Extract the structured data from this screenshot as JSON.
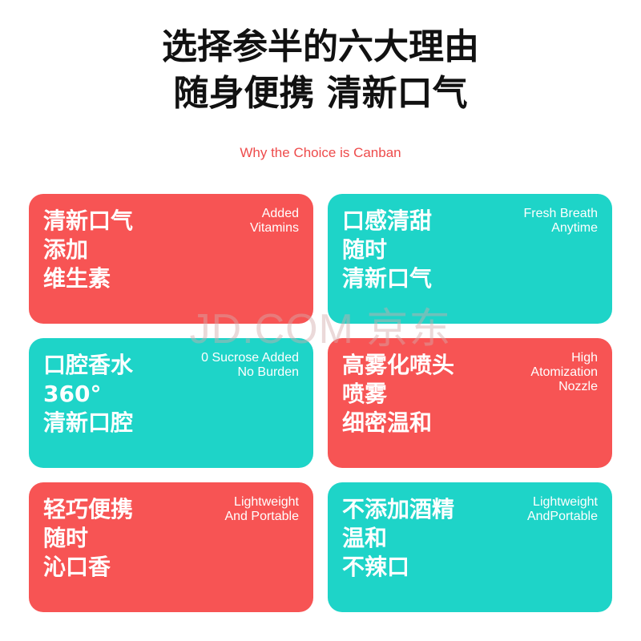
{
  "header": {
    "line1": "选择参半的六大理由",
    "line2": "随身便携 清新口气",
    "subtitle": "Why the Choice is Canban"
  },
  "cards": [
    {
      "color": "#f75454",
      "main": [
        "清新口气",
        "添加",
        "维生素"
      ],
      "en": [
        "Added",
        "Vitamins"
      ]
    },
    {
      "color": "#1ed4c8",
      "main": [
        "口感清甜",
        "随时",
        "清新口气"
      ],
      "en": [
        "Fresh Breath",
        "Anytime"
      ]
    },
    {
      "color": "#1ed4c8",
      "main": [
        "口腔香水",
        "360°",
        "清新口腔"
      ],
      "en": [
        "0 Sucrose Added",
        "No Burden"
      ]
    },
    {
      "color": "#f75454",
      "main": [
        "高雾化喷头",
        "喷雾",
        "细密温和"
      ],
      "en": [
        "High",
        "Atomization",
        "Nozzle"
      ]
    },
    {
      "color": "#f75454",
      "main": [
        "轻巧便携",
        "随时",
        "沁口香"
      ],
      "en": [
        "Lightweight",
        "And Portable"
      ]
    },
    {
      "color": "#1ed4c8",
      "main": [
        "不添加酒精",
        "温和",
        "不辣口"
      ],
      "en": [
        "Lightweight",
        "AndPortable"
      ]
    }
  ],
  "watermark": "JD.COM 京东"
}
